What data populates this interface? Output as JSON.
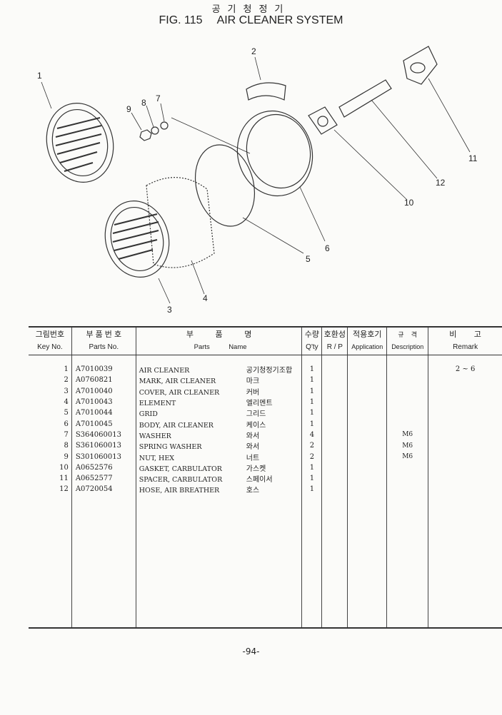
{
  "header": {
    "title_ko": "공기청정기",
    "fig": "FIG. 115",
    "title_en": "AIR CLEANER SYSTEM"
  },
  "callouts": [
    "1",
    "2",
    "3",
    "4",
    "5",
    "6",
    "7",
    "8",
    "9",
    "10",
    "11",
    "12"
  ],
  "table": {
    "headers": [
      {
        "ko": "그림번호",
        "en": "Key  No."
      },
      {
        "ko": "부 품 번 호",
        "en": "Parts  No."
      },
      {
        "ko": "부          품          명",
        "en": "Parts          Name"
      },
      {
        "ko": "수량",
        "en": "Q'ty"
      },
      {
        "ko": "호환성",
        "en": "R / P"
      },
      {
        "ko": "적용호기",
        "en": "Application"
      },
      {
        "ko": "규    격",
        "en": "Description"
      },
      {
        "ko": "비        고",
        "en": "Remark"
      }
    ],
    "rows": [
      {
        "key": "1",
        "part": "A7010039",
        "name": "AIR CLEANER",
        "name_ko": "공기청정기조합",
        "qty": "1",
        "desc": "",
        "remark": "2 ~ 6"
      },
      {
        "key": "2",
        "part": "A0760821",
        "name": "MARK, AIR CLEANER",
        "name_ko": "마크",
        "qty": "1",
        "desc": "",
        "remark": ""
      },
      {
        "key": "3",
        "part": "A7010040",
        "name": "COVER, AIR CLEANER",
        "name_ko": "커버",
        "qty": "1",
        "desc": "",
        "remark": ""
      },
      {
        "key": "4",
        "part": "A7010043",
        "name": "ELEMENT",
        "name_ko": "엘리멘트",
        "qty": "1",
        "desc": "",
        "remark": ""
      },
      {
        "key": "5",
        "part": "A7010044",
        "name": "GRID",
        "name_ko": "그리드",
        "qty": "1",
        "desc": "",
        "remark": ""
      },
      {
        "key": "6",
        "part": "A7010045",
        "name": "BODY, AIR CLEANER",
        "name_ko": "케이스",
        "qty": "1",
        "desc": "",
        "remark": ""
      },
      {
        "key": "7",
        "part": "S364060013",
        "name": "WASHER",
        "name_ko": "와서",
        "qty": "4",
        "desc": "M6",
        "remark": ""
      },
      {
        "key": "8",
        "part": "S361060013",
        "name": "SPRING WASHER",
        "name_ko": "와서",
        "qty": "2",
        "desc": "M6",
        "remark": ""
      },
      {
        "key": "9",
        "part": "S301060013",
        "name": "NUT, HEX",
        "name_ko": "너트",
        "qty": "2",
        "desc": "M6",
        "remark": ""
      },
      {
        "key": "10",
        "part": "A0652576",
        "name": "GASKET, CARBULATOR",
        "name_ko": "가스켓",
        "qty": "1",
        "desc": "",
        "remark": ""
      },
      {
        "key": "11",
        "part": "A0652577",
        "name": "SPACER, CARBULATOR",
        "name_ko": "스페이서",
        "qty": "1",
        "desc": "",
        "remark": ""
      },
      {
        "key": "12",
        "part": "A0720054",
        "name": "HOSE, AIR BREATHER",
        "name_ko": "호스",
        "qty": "1",
        "desc": "",
        "remark": ""
      }
    ]
  },
  "footer": {
    "page": "-94-"
  }
}
